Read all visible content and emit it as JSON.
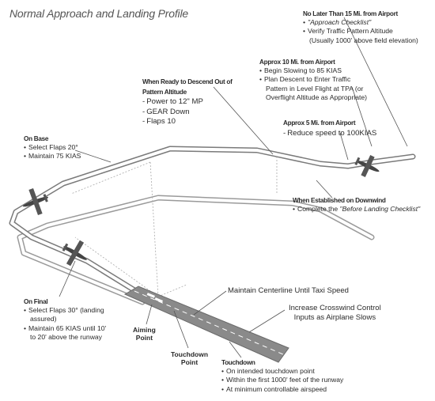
{
  "title": "Normal Approach and Landing Profile",
  "notes": {
    "no_later": {
      "heading": "No Later Than 15 Mi. from Airport",
      "items": [
        "\"Approach Checklist\"",
        "Verify Traffic Pattern Altitude"
      ],
      "item2_cont": "(Usually 1000' above field elevation)"
    },
    "approx10": {
      "heading": "Approx 10 Mi. from Airport",
      "item1": "Begin Slowing to 85 KIAS",
      "item2_lines": [
        "Plan Descent to Enter Traffic",
        "Pattern in Level Flight at TPA (or",
        "Overflight Altitude as Appropriate)"
      ]
    },
    "ready_descend": {
      "heading_lines": [
        "When Ready to Descend Out of",
        "Pattern Altitude"
      ],
      "items": [
        "Power to 12\" MP",
        "GEAR Down",
        "Flaps 10"
      ]
    },
    "approx5": {
      "heading": "Approx 5 Mi. from Airport",
      "item": "Reduce speed to 100KIAS"
    },
    "on_base": {
      "heading": "On Base",
      "items": [
        "Select Flaps 20°",
        "Maintain 75 KIAS"
      ]
    },
    "downwind": {
      "heading": "When Established on Downwind",
      "prefix": "Complete the ",
      "italic": "\"Before Landing Checklist\""
    },
    "on_final": {
      "heading": "On Final",
      "item1_lines": [
        "Select Flaps 30° (landing",
        "assured)"
      ],
      "item2_lines": [
        "Maintain 65 KIAS until 10'",
        "to 20' above the runway"
      ]
    },
    "centerline": "Maintain Centerline Until Taxi Speed",
    "crosswind_lines": [
      "Increase Crosswind Control",
      "Inputs as Airplane Slows"
    ],
    "aiming_lines": [
      "Aiming",
      "Point"
    ],
    "touchdown_lines": [
      "Touchdown",
      "Point"
    ],
    "touchdown_notes": {
      "heading": "Touchdown",
      "items": [
        "On intended touchdown point",
        "Within the first 1000' feet of the runway",
        "At minimum controllable airspeed"
      ]
    }
  },
  "colors": {
    "path_outline": "#7a7a7a",
    "runway": "#8a8a8a",
    "text": "#2a2a2a"
  },
  "icons": [
    "airplane-icon"
  ]
}
